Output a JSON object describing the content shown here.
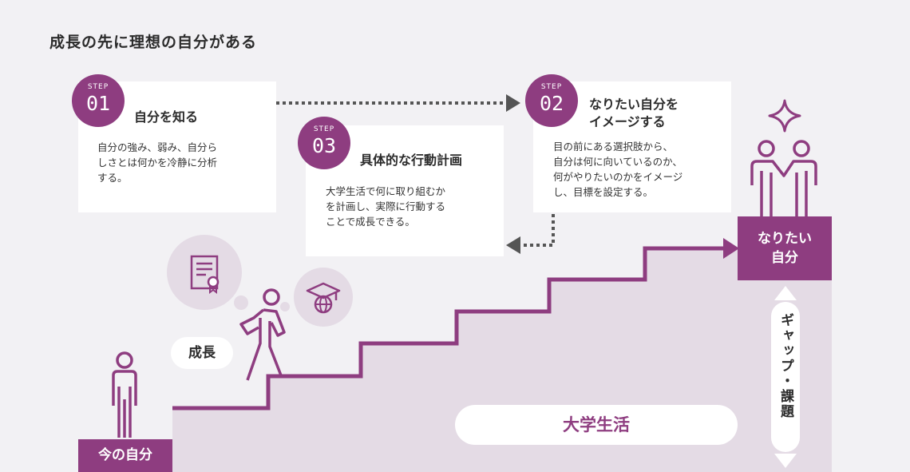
{
  "title": "成長の先に理想の自分がある",
  "steps": [
    {
      "label": "STEP",
      "number": "01",
      "heading": "自分を知る",
      "desc": [
        "自分の強み、弱み、自分ら",
        "しさとは何かを冷静に分析",
        "する。"
      ]
    },
    {
      "label": "STEP",
      "number": "02",
      "heading_lines": [
        "なりたい自分を",
        "イメージする"
      ],
      "desc": [
        "目の前にある選択肢から、",
        "自分は何に向いているのか、",
        "何がやりたいのかをイメージ",
        "し、目標を設定する。"
      ]
    },
    {
      "label": "STEP",
      "number": "03",
      "heading": "具体的な行動計画",
      "desc": [
        "大学生活で何に取り組むか",
        "を計画し、実際に行動する",
        "ことで成長できる。"
      ]
    }
  ],
  "current_self": "今の自分",
  "ideal_self_lines": [
    "なりたい",
    "自分"
  ],
  "growth_label": "成長",
  "college_life": "大学生活",
  "gap_label": "ギャップ・課題",
  "colors": {
    "accent": "#8e3d80",
    "stairs_fill": "#e4dbe5",
    "background": "#f2f1f4",
    "dots": "#555555"
  },
  "icons": [
    "certificate-icon",
    "graduation-cap-icon",
    "person-standing-icon",
    "person-walking-icon",
    "people-handshake-icon",
    "sparkle-icon"
  ]
}
